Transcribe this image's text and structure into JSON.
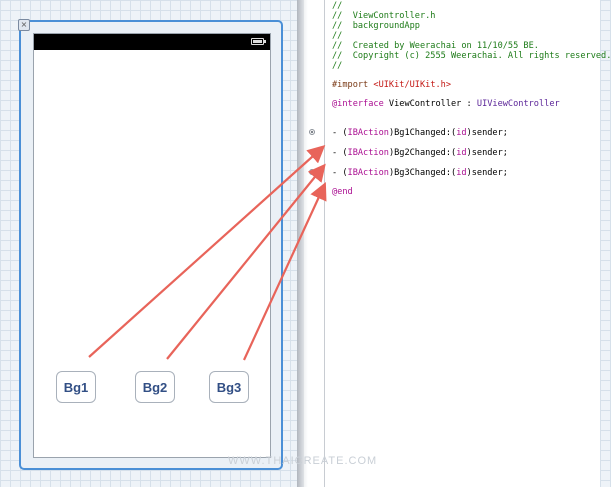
{
  "storyboard": {
    "buttons": [
      {
        "label": "Bg1"
      },
      {
        "label": "Bg2"
      },
      {
        "label": "Bg3"
      }
    ]
  },
  "editor": {
    "lines": [
      {
        "text": "//",
        "kind": "comment"
      },
      {
        "text": "//  ViewController.h",
        "kind": "comment"
      },
      {
        "text": "//  backgroundApp",
        "kind": "comment"
      },
      {
        "text": "//",
        "kind": "comment"
      },
      {
        "text": "//  Created by Weerachai on 11/10/55 BE.",
        "kind": "comment"
      },
      {
        "text": "//  Copyright (c) 2555 Weerachai. All rights reserved.",
        "kind": "comment"
      },
      {
        "text": "//",
        "kind": "comment"
      },
      {
        "parts": [
          {
            "t": "#import ",
            "c": "directive"
          },
          {
            "t": "<UIKit/UIKit.h>",
            "c": "string"
          }
        ]
      },
      {
        "parts": [
          {
            "t": "@interface",
            "c": "keyword"
          },
          {
            "t": " ViewController : ",
            "c": "plain"
          },
          {
            "t": "UIViewController",
            "c": "type"
          }
        ]
      },
      {
        "parts": [
          {
            "t": "- (",
            "c": "plain"
          },
          {
            "t": "IBAction",
            "c": "keyword"
          },
          {
            "t": ")Bg1Changed:(",
            "c": "plain"
          },
          {
            "t": "id",
            "c": "keyword"
          },
          {
            "t": ")sender;",
            "c": "plain"
          }
        ]
      },
      {
        "parts": [
          {
            "t": "- (",
            "c": "plain"
          },
          {
            "t": "IBAction",
            "c": "keyword"
          },
          {
            "t": ")Bg2Changed:(",
            "c": "plain"
          },
          {
            "t": "id",
            "c": "keyword"
          },
          {
            "t": ")sender;",
            "c": "plain"
          }
        ]
      },
      {
        "parts": [
          {
            "t": "- (",
            "c": "plain"
          },
          {
            "t": "IBAction",
            "c": "keyword"
          },
          {
            "t": ")Bg3Changed:(",
            "c": "plain"
          },
          {
            "t": "id",
            "c": "keyword"
          },
          {
            "t": ")sender;",
            "c": "plain"
          }
        ]
      },
      {
        "parts": [
          {
            "t": "@end",
            "c": "keyword"
          }
        ]
      }
    ]
  },
  "watermark": "WWW.THAICREATE.COM",
  "colors": {
    "connection_arrow": "#e8645a",
    "comment": "#1d7b18",
    "keyword": "#aa0d91",
    "string": "#c41a16",
    "type": "#5c2699",
    "selection_border": "#4a8fd6"
  }
}
